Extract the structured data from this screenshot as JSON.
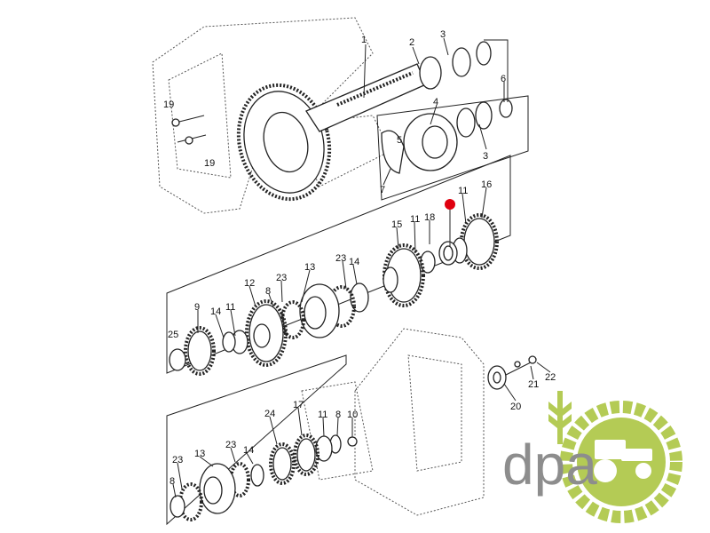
{
  "diagram": {
    "callouts": [
      "1",
      "2",
      "3",
      "4",
      "5",
      "6",
      "3",
      "7",
      "19",
      "19",
      "16",
      "11",
      "18",
      "15",
      "11",
      "14",
      "23",
      "13",
      "12",
      "23",
      "8",
      "9",
      "14",
      "11",
      "25",
      "20",
      "21",
      "22",
      "24",
      "17",
      "11",
      "8",
      "10",
      "13",
      "23",
      "14",
      "23",
      "8"
    ],
    "highlight_color": "#e0000f"
  },
  "logo": {
    "text": "dpa",
    "text_color": "#7a7a7a",
    "accent_color": "#a8c238"
  }
}
